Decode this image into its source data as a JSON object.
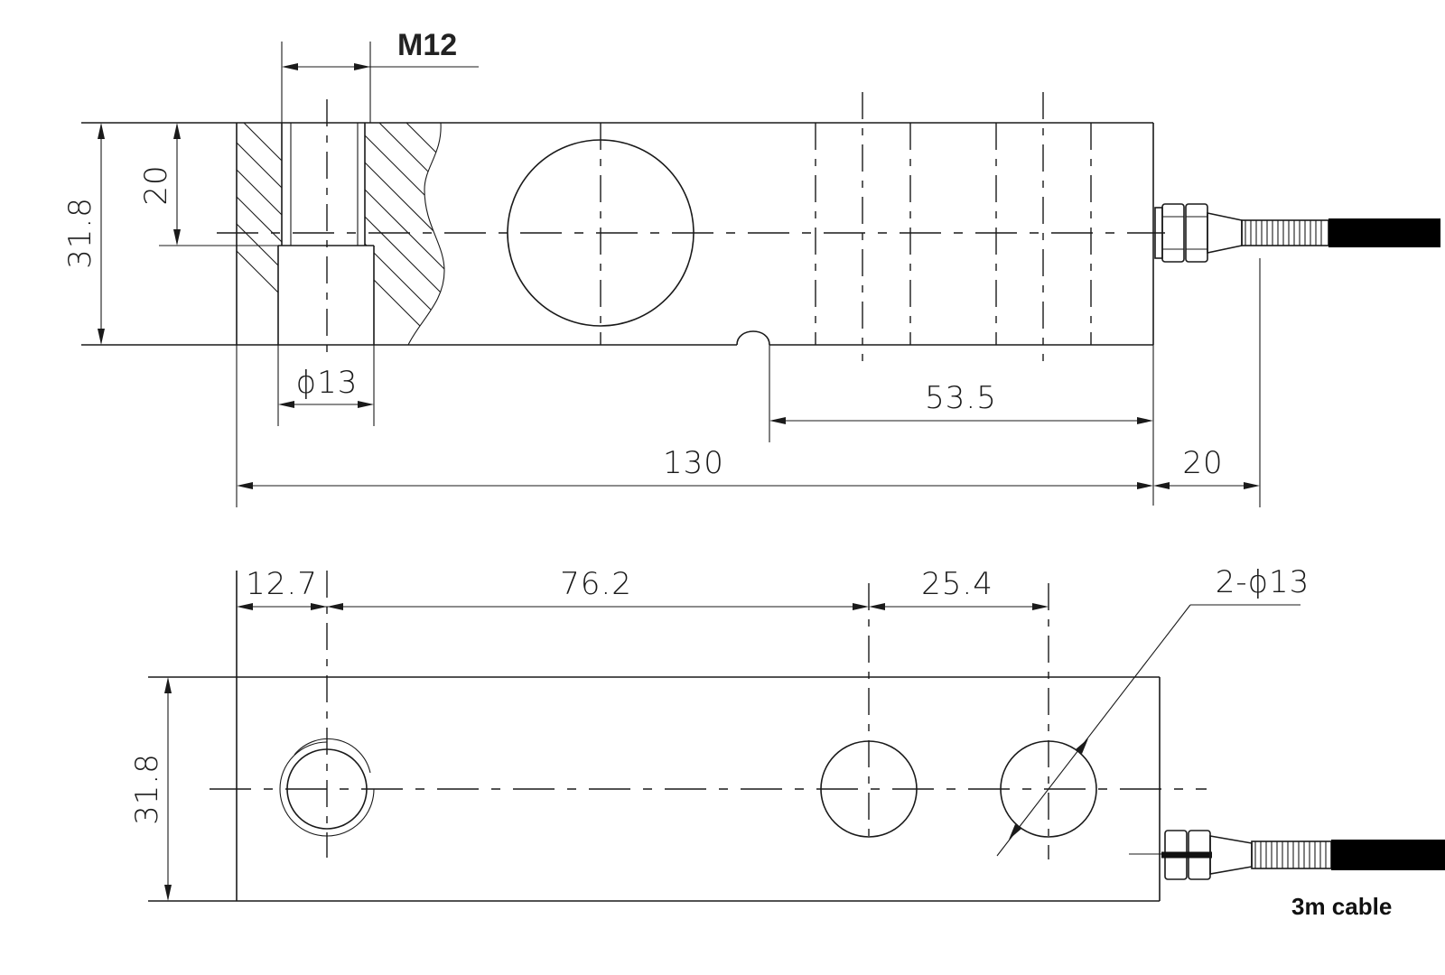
{
  "side_view": {
    "thread_label": "M12",
    "height_label": "31.8",
    "thread_depth_label": "20",
    "bore_label": "ϕ13",
    "offset_label": "53.5",
    "length_label": "130",
    "connector_label": "20"
  },
  "top_view": {
    "end_offset_label": "12.7",
    "hole_spacing_label": "76.2",
    "mount_spacing_label": "25.4",
    "holes_label": "2-ϕ13",
    "height_label": "31.8",
    "cable_label": "3m cable"
  }
}
